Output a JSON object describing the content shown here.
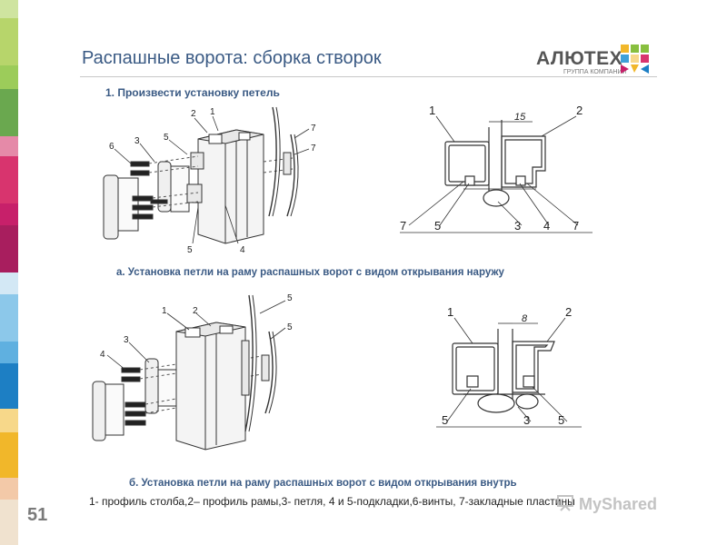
{
  "page_number": "51",
  "title": "Распашные ворота: сборка створок",
  "logo": {
    "name": "АЛЮТЕХ",
    "tagline": "ГРУППА КОМПАНИЙ"
  },
  "step": "1. Произвести установку петель",
  "section_a": {
    "caption": "а. Установка петли на раму распашных ворот с видом открывания наружу",
    "iso_labels": [
      "1",
      "2",
      "3",
      "4",
      "5",
      "5",
      "6",
      "7",
      "7"
    ],
    "section_labels": [
      "1",
      "2",
      "15",
      "7",
      "5",
      "3",
      "4",
      "7"
    ]
  },
  "section_b": {
    "caption": "б. Установка петли на раму распашных ворот с видом открывания внутрь",
    "iso_labels": [
      "1",
      "2",
      "3",
      "4",
      "5",
      "5"
    ],
    "section_labels": [
      "1",
      "8",
      "2",
      "5",
      "3",
      "5"
    ]
  },
  "legend": "1- профиль столба,2– профиль рамы,3- петля, 4 и 5-подкладки,6-винты, 7-закладные пластины",
  "watermark": "MyShared",
  "colors": {
    "title": "#3a5a84",
    "bar": [
      "#b7d56b",
      "#88bf3f",
      "#6aa84f",
      "#e58aa8",
      "#d8346e",
      "#c7206a",
      "#a81e5e",
      "#d3e8f5",
      "#8cc8ea",
      "#3ea0d8",
      "#1d7fc4",
      "#f7d88a",
      "#f1b72a",
      "#e9a316",
      "#f3c9a8"
    ]
  }
}
